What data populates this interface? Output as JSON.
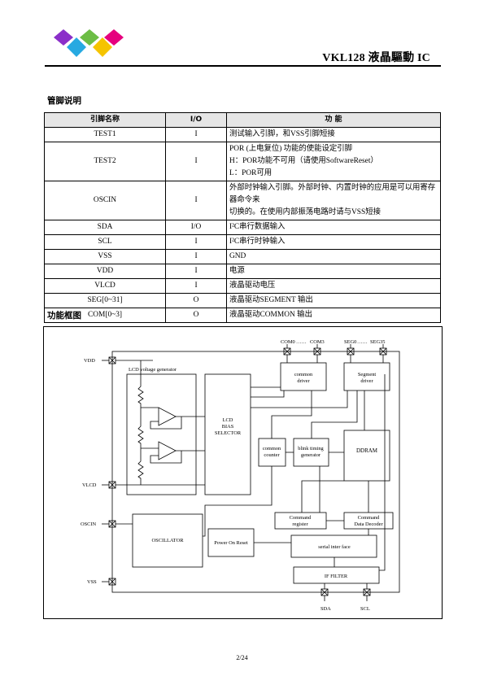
{
  "header": {
    "title": "VKL128  液晶驅動 IC",
    "logo_colors": [
      "#8b2fc9",
      "#27a9e1",
      "#e6007e",
      "#f5c400",
      "#6cbd45"
    ]
  },
  "section_pins": "管脚说明",
  "table": {
    "headers": [
      "引脚名称",
      "I/O",
      "功  能"
    ],
    "rows": [
      {
        "name": "TEST1",
        "io": "I",
        "func": [
          "测试输入引脚，和VSS引脚短接"
        ]
      },
      {
        "name": "TEST2",
        "io": "I",
        "func": [
          "POR (上电复位)  功能的使能设定引脚",
          "H：POR功能不可用（请使用SoftwareReset）",
          "L：POR可用"
        ]
      },
      {
        "name": "OSCIN",
        "io": "I",
        "func": [
          "外部时钟输入引脚。外部时钟、内置时钟的应用是可以用寄存器命令来",
          "切换的。在使用内部振荡电路时请与VSS短接"
        ]
      },
      {
        "name": "SDA",
        "io": "I/O",
        "func": [
          "I²C串行数据输入"
        ]
      },
      {
        "name": "SCL",
        "io": "I",
        "func": [
          "I²C串行时钟输入"
        ]
      },
      {
        "name": "VSS",
        "io": "I",
        "func": [
          "GND"
        ]
      },
      {
        "name": "VDD",
        "io": "I",
        "func": [
          "电源"
        ]
      },
      {
        "name": "VLCD",
        "io": "I",
        "func": [
          "液晶驱动电压"
        ]
      },
      {
        "name": "SEG[0~31]",
        "io": "O",
        "func": [
          "液晶驱动SEGMENT  输出"
        ]
      },
      {
        "name": "COM[0~3]",
        "io": "O",
        "func": [
          "液晶驱动COMMON  输出"
        ]
      }
    ]
  },
  "section_block": "功能框图",
  "diagram": {
    "pins": {
      "vdd": "VDD",
      "vlcd": "VLCD",
      "oscin": "OSCIN",
      "vss": "VSS",
      "sda": "SDA",
      "scl": "SCL"
    },
    "top_com": "COM0",
    "top_com_dots": "……",
    "top_com_end": "COM3",
    "top_seg": "SEG0",
    "top_seg_dots": "……",
    "top_seg_end": "SEG35",
    "lcd_voltage_generator": "LCD voltage generator",
    "lcd_bias": [
      "LCD",
      "BIAS",
      "SELECTOR"
    ],
    "common_driver": [
      "common",
      "driver"
    ],
    "segment_driver": [
      "Segment",
      "driver"
    ],
    "common_counter": [
      "common",
      "counter"
    ],
    "blink_timing": [
      "blink timing",
      "generator"
    ],
    "ddram": "DDRAM",
    "oscillator": "OSCILLATOR",
    "power_on_reset": "Power On Reset",
    "command_register": [
      "Command",
      "register"
    ],
    "command_decoder": [
      "Command",
      "Data Decoder"
    ],
    "serial_interface": "serial inter face",
    "if_filter": "IF FILTER"
  },
  "page_number": "2/24"
}
